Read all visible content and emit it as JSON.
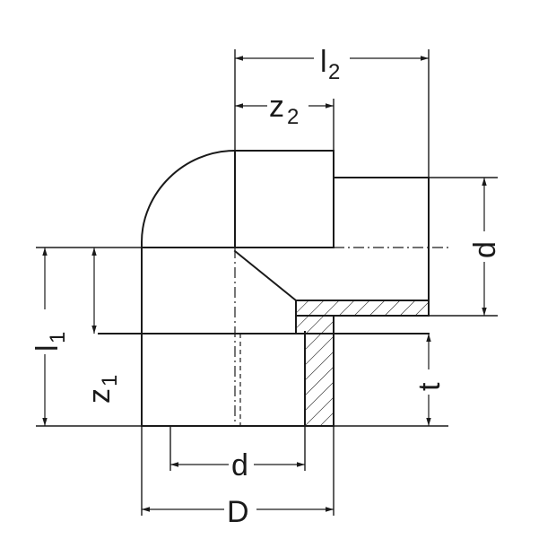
{
  "labels": {
    "l2": "l",
    "l2_sub": "2",
    "z2": "z",
    "z2_sub": "2",
    "l1": "l",
    "l1_sub": "1",
    "z1": "z",
    "z1_sub": "1",
    "d_right": "d",
    "t": "t",
    "d_bottom": "d",
    "D": "D"
  }
}
